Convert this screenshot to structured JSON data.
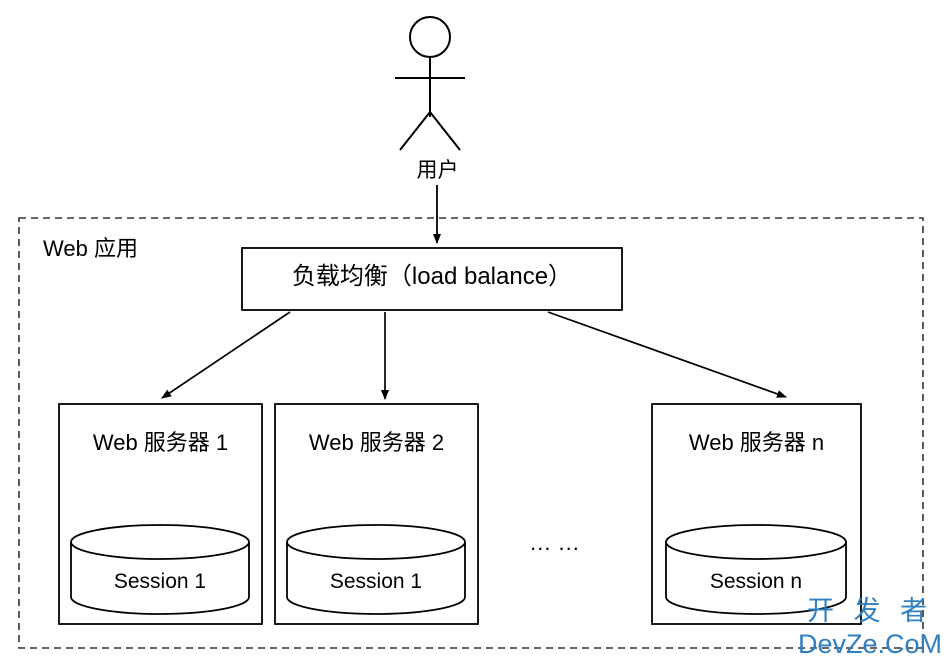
{
  "diagram": {
    "actor": {
      "icon": "stick-figure-actor-icon",
      "label": "用户"
    },
    "boundary": {
      "label": "Web 应用",
      "style": "dashed"
    },
    "load_balancer": {
      "label": "负载均衡（load balance）"
    },
    "servers": [
      {
        "title": "Web 服务器 1",
        "session": "Session 1",
        "session_icon": "database-cylinder-icon"
      },
      {
        "title": "Web 服务器 2",
        "session": "Session 1",
        "session_icon": "database-cylinder-icon"
      },
      {
        "title": "Web 服务器 n",
        "session": "Session n",
        "session_icon": "database-cylinder-icon"
      }
    ],
    "ellipsis": "... ...",
    "connectors": {
      "user_to_lb": "arrow-down",
      "lb_to_server_1": "arrow-diagonal-left",
      "lb_to_server_2": "arrow-down",
      "lb_to_server_n": "arrow-diagonal-right"
    },
    "colors": {
      "stroke": "#000000",
      "background": "#ffffff",
      "watermark": "#2f7fc1"
    }
  },
  "watermark": {
    "line1": "开 发 者",
    "line2": "DevZe.CoM"
  }
}
